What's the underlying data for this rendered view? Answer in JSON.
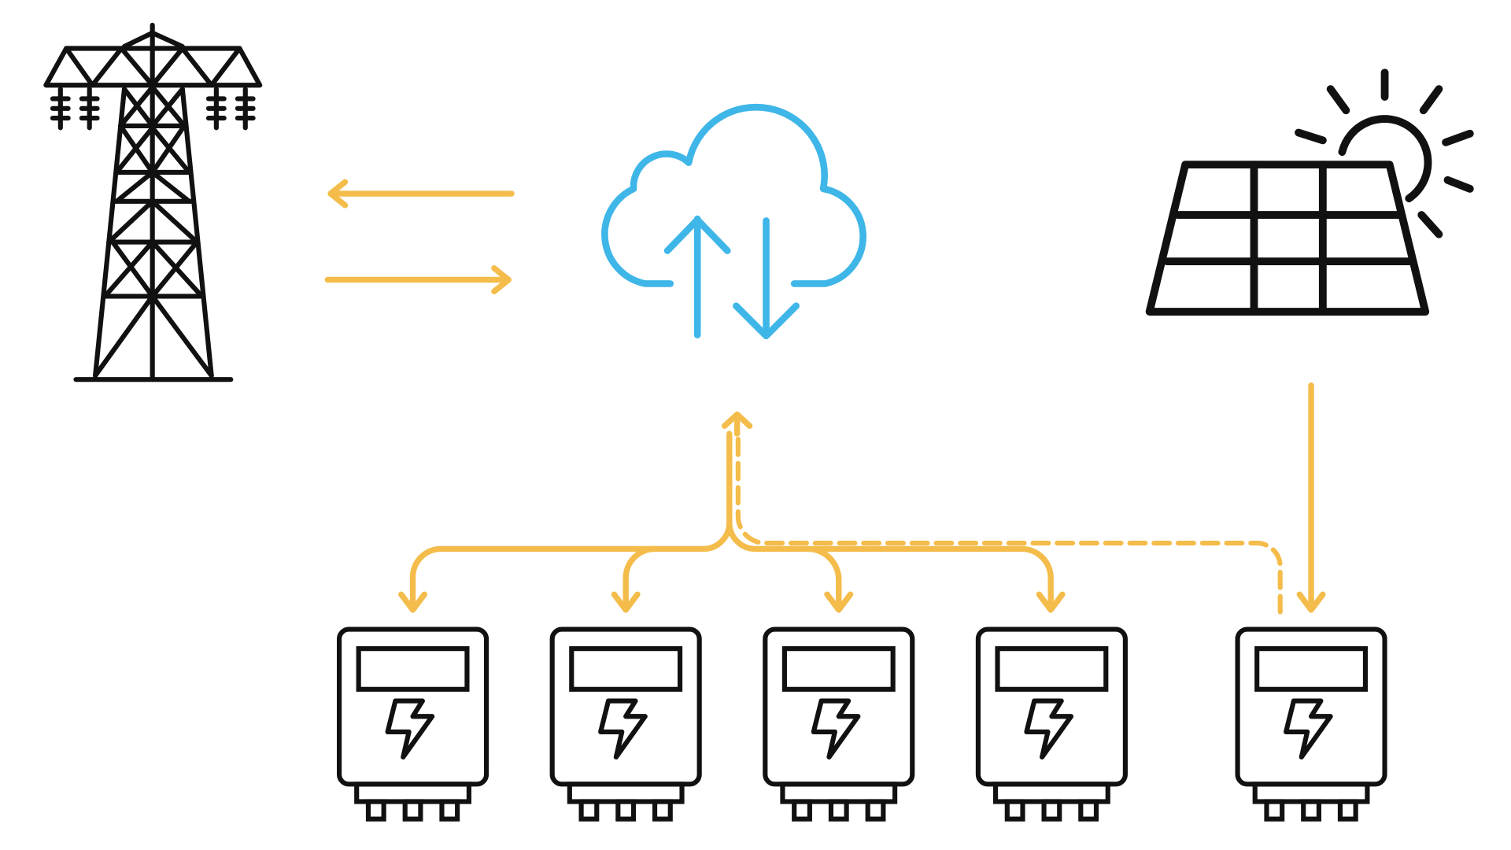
{
  "diagram": {
    "nodes": [
      {
        "id": "grid",
        "icon": "transmission-tower-icon"
      },
      {
        "id": "cloud",
        "icon": "cloud-sync-icon"
      },
      {
        "id": "solar",
        "icon": "solar-panel-icon"
      },
      {
        "id": "meter-1",
        "icon": "electric-meter-icon"
      },
      {
        "id": "meter-2",
        "icon": "electric-meter-icon"
      },
      {
        "id": "meter-3",
        "icon": "electric-meter-icon"
      },
      {
        "id": "meter-4",
        "icon": "electric-meter-icon"
      },
      {
        "id": "meter-5",
        "icon": "electric-meter-icon"
      }
    ],
    "edges": [
      {
        "from": "cloud",
        "to": "grid",
        "style": "solid"
      },
      {
        "from": "grid",
        "to": "cloud",
        "style": "solid"
      },
      {
        "from": "cloud",
        "to": "meter-1",
        "style": "solid"
      },
      {
        "from": "cloud",
        "to": "meter-2",
        "style": "solid"
      },
      {
        "from": "cloud",
        "to": "meter-3",
        "style": "solid"
      },
      {
        "from": "cloud",
        "to": "meter-4",
        "style": "solid"
      },
      {
        "from": "meter-5",
        "to": "cloud",
        "style": "dashed"
      },
      {
        "from": "solar",
        "to": "meter-5",
        "style": "solid"
      }
    ]
  },
  "colors": {
    "flow": "#F4BC4A",
    "cloud": "#3FB6E8",
    "icon": "#111111",
    "background": "#FFFFFF"
  }
}
